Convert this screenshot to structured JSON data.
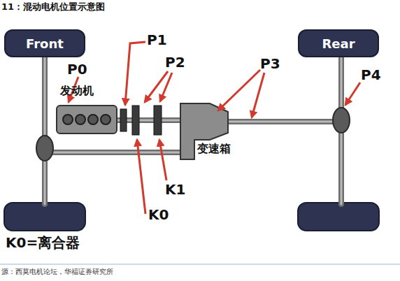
{
  "diagram": {
    "title": "11：混动电机位置示意图",
    "caption": "源：西莫电机论坛，华福证券研究所",
    "nodes": [
      {
        "text": [
          "Front"
        ]
      },
      {
        "text": [
          "Rear"
        ]
      },
      {
        "text": [
          "发动机"
        ]
      }
    ],
    "labels": [
      "P0",
      "P1",
      "P2",
      "P3",
      "P4",
      "变速箱",
      "K1",
      "K0",
      "K0=离合器"
    ]
  }
}
